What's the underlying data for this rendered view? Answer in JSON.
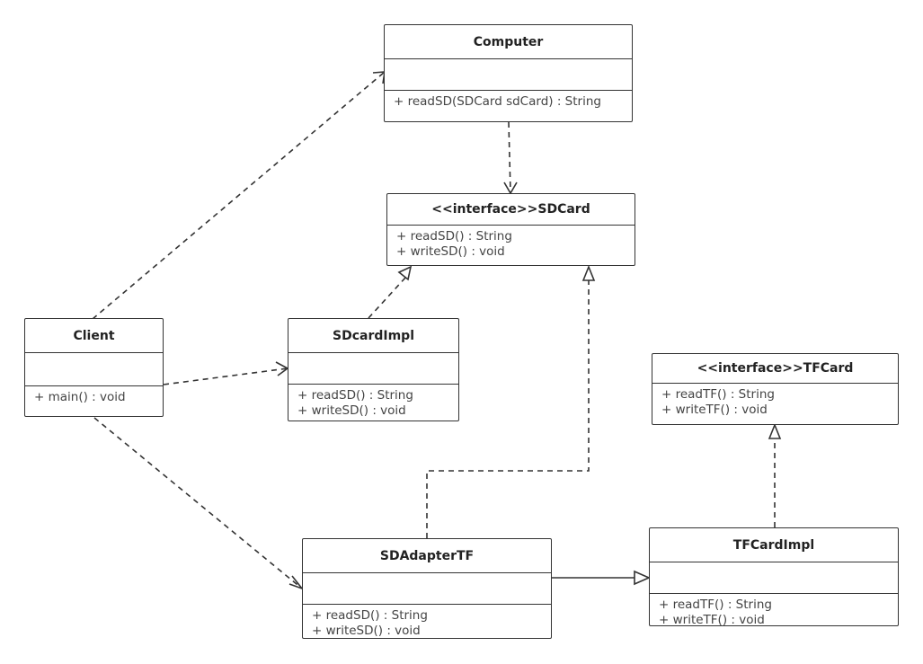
{
  "classes": {
    "computer": {
      "name": "Computer",
      "operations": [
        "+ readSD(SDCard sdCard) : String"
      ]
    },
    "sdcard": {
      "name": "<<interface>>SDCard",
      "operations": [
        "+ readSD() : String",
        "+ writeSD() : void"
      ]
    },
    "client": {
      "name": "Client",
      "operations": [
        "+ main() : void"
      ]
    },
    "sdcardimpl": {
      "name": "SDcardImpl",
      "operations": [
        "+ readSD() : String",
        "+ writeSD() : void"
      ]
    },
    "tfcard": {
      "name": "<<interface>>TFCard",
      "operations": [
        "+ readTF() : String",
        "+ writeTF() : void"
      ]
    },
    "sdadaptertf": {
      "name": "SDAdapterTF",
      "operations": [
        "+ readSD() : String",
        "+ writeSD() : void"
      ]
    },
    "tfcardimpl": {
      "name": "TFCardImpl",
      "operations": [
        "+ readTF() : String",
        "+ writeTF() : void"
      ]
    }
  },
  "relations": [
    {
      "from": "Client",
      "to": "Computer",
      "kind": "dependency"
    },
    {
      "from": "Computer",
      "to": "<<interface>>SDCard",
      "kind": "dependency"
    },
    {
      "from": "Client",
      "to": "SDcardImpl",
      "kind": "dependency"
    },
    {
      "from": "Client",
      "to": "SDAdapterTF",
      "kind": "dependency"
    },
    {
      "from": "SDcardImpl",
      "to": "<<interface>>SDCard",
      "kind": "realization"
    },
    {
      "from": "SDAdapterTF",
      "to": "<<interface>>SDCard",
      "kind": "realization"
    },
    {
      "from": "TFCardImpl",
      "to": "<<interface>>TFCard",
      "kind": "realization"
    },
    {
      "from": "SDAdapterTF",
      "to": "TFCardImpl",
      "kind": "association"
    }
  ],
  "colors": {
    "line": "#333333",
    "box_fill": "#ffffff"
  }
}
